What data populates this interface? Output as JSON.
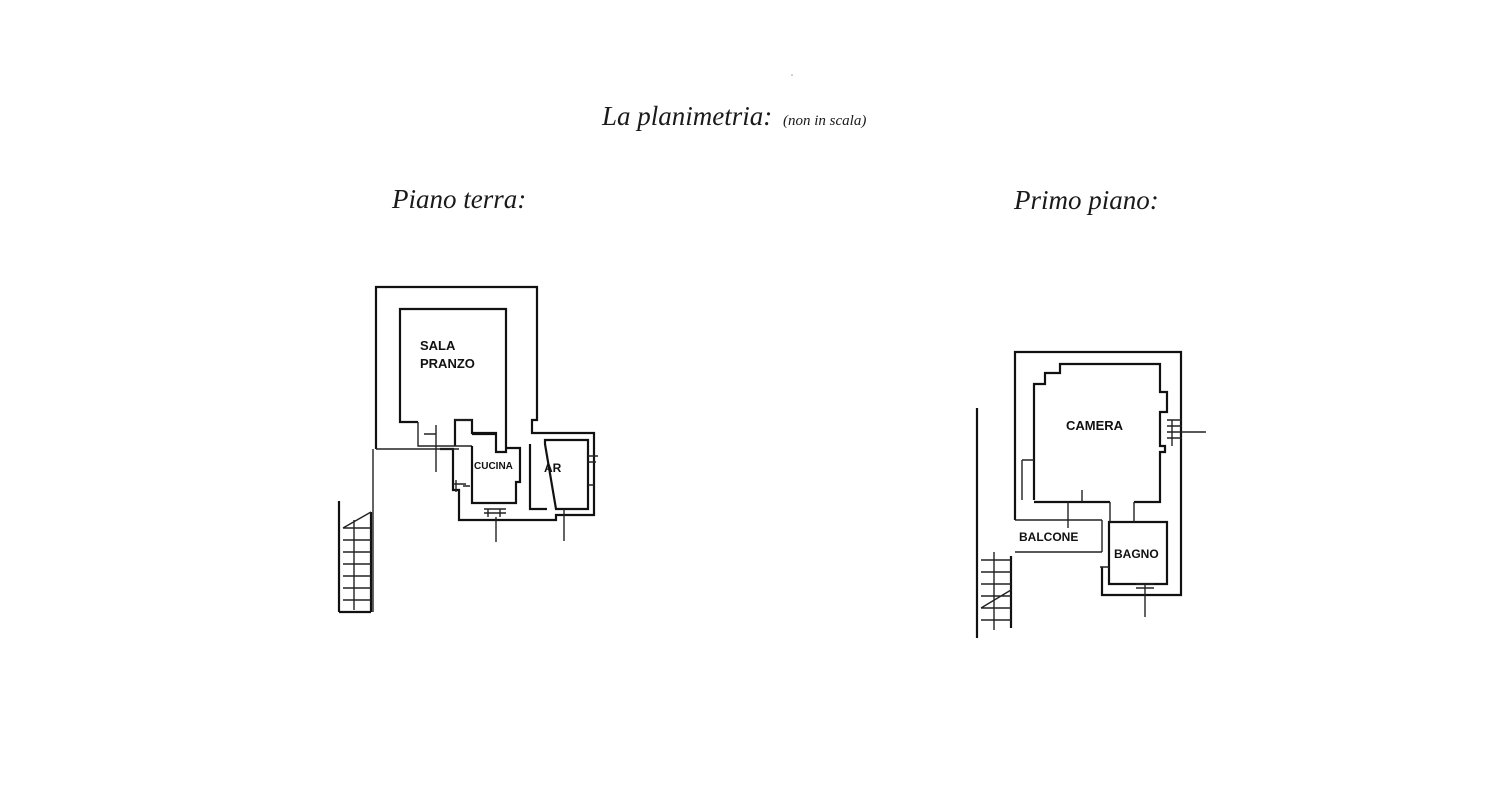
{
  "document": {
    "title": "La planimetria:",
    "title_note": "(non in scala)"
  },
  "floors": {
    "ground": {
      "title": "Piano terra:",
      "rooms": {
        "sala_line1": "SALA",
        "sala_line2": "PRANZO",
        "cucina": "CUCINA",
        "ar": "AR"
      }
    },
    "first": {
      "title": "Primo piano:",
      "rooms": {
        "camera": "CAMERA",
        "balcone": "BALCONE",
        "bagno": "BAGNO"
      }
    }
  },
  "colors": {
    "ink": "#111111",
    "paper": "#ffffff"
  }
}
